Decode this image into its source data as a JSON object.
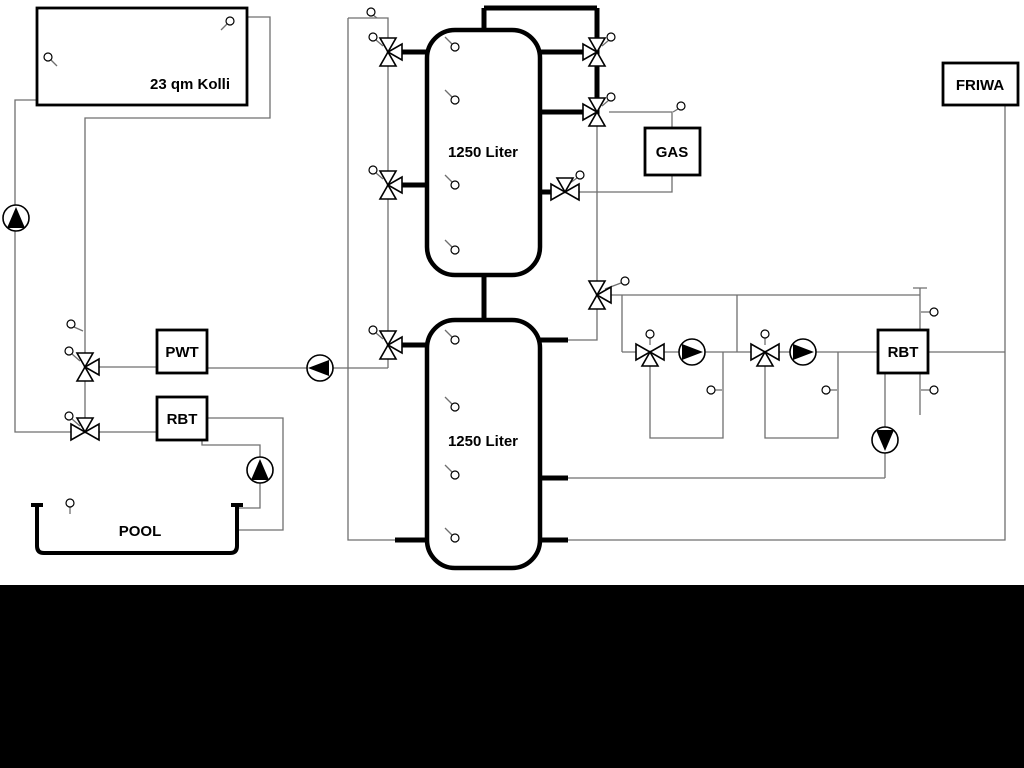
{
  "diagram": {
    "collector": {
      "label": "23 qm Kolli"
    },
    "tanks": [
      {
        "label": "1250 Liter"
      },
      {
        "label": "1250 Liter"
      }
    ],
    "boxes": {
      "pwt": "PWT",
      "rbt_left": "RBT",
      "rbt_right": "RBT",
      "gas": "GAS",
      "friwa": "FRIWA",
      "pool": "POOL"
    },
    "icons": {
      "pump-icon": "circle with solid black triangle showing flow direction",
      "three-way-valve-icon": "bowtie of two outlined triangles plus third triangle port",
      "sensor-icon": "small open circle with short stem"
    },
    "colors": {
      "background": "#ffffff",
      "thin_line": "#6f6f6f",
      "thick_line": "#000000",
      "bottom_band": "#000000"
    }
  }
}
